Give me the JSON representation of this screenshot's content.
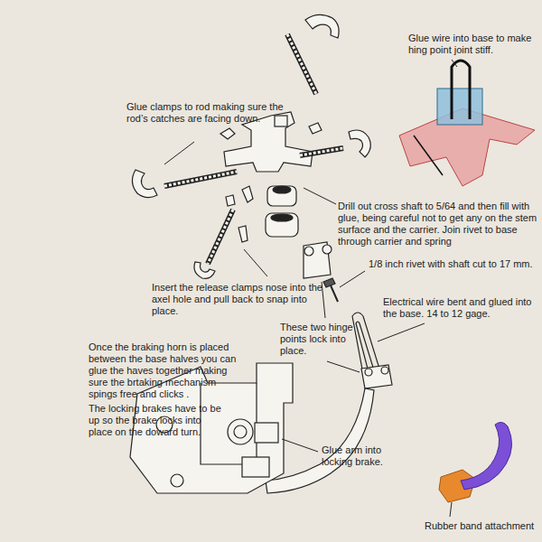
{
  "diagram": {
    "labels": [
      "Glue wire into base to make hing point joint stiff.",
      "Glue clamps to rod making sure the rod’s catches are facing down.",
      "Drill out cross shaft to 5/64 and then fill with glue, being careful not to get any on the stem surface and the carrier. Join rivet to base through carrier and spring",
      "Insert the release clamps nose into the axel hole and pull back to snap into place.",
      "1/8 inch rivet with shaft cut to 17 mm.",
      "Electrical wire bent and glued into the base. 14 to 12 gage.",
      "These two hinge points lock into place.",
      "Once the braking horn is placed between the base halves you can glue the haves together making sure the brtaking mechanism spings free and clicks .",
      "The locking brakes have to be up so the brake locks into place on the doward turn.",
      "Glue arm into locking brake.",
      "Rubber band attachment"
    ]
  }
}
